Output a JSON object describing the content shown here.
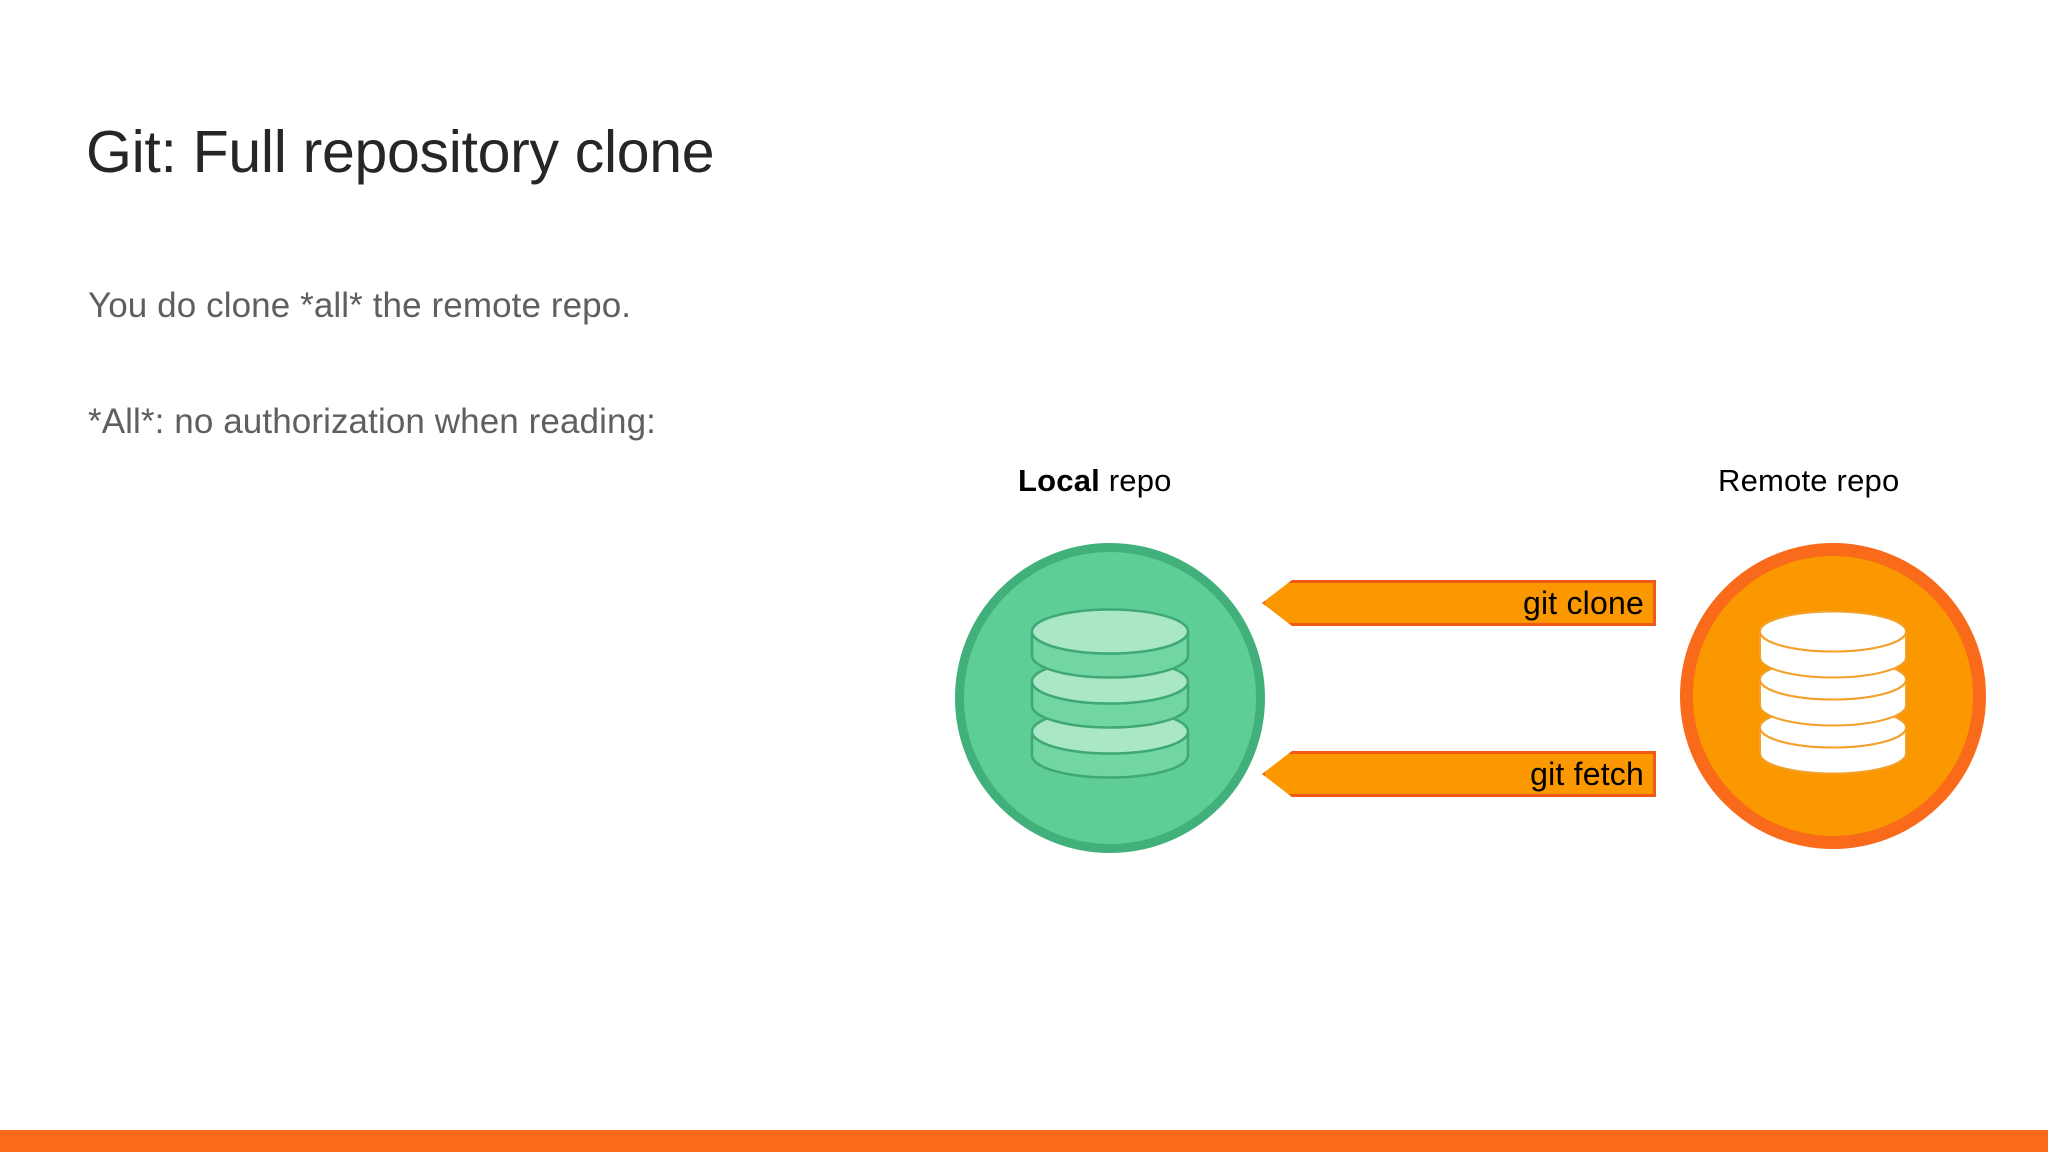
{
  "slide": {
    "title": "Git: Full repository clone",
    "body_lines": [
      "You do clone *all* the remote repo.",
      "*All*: no authorization when reading:"
    ]
  },
  "diagram": {
    "local": {
      "label_strong": "Local",
      "label_plain": " repo",
      "icon": "database-icon",
      "circle_fill": "#FB9800",
      "fill": "#5ECE96",
      "border": "#42B07A"
    },
    "remote": {
      "label_strong": "",
      "label_plain": "Remote repo",
      "icon": "database-icon",
      "fill": "#FB9800",
      "border": "#F96A1B"
    },
    "arrows": [
      {
        "label": "git clone",
        "direction": "left",
        "fill": "#FB9800",
        "border": "#F05A14"
      },
      {
        "label": "git fetch",
        "direction": "left",
        "fill": "#FB9800",
        "border": "#F05A14"
      }
    ]
  },
  "decor": {
    "bottom_bar_color": "#F96A1B"
  },
  "colors": {
    "title_text": "#262626",
    "body_text": "#5f5f5f",
    "accent_orange": "#F96A1B",
    "accent_green": "#5ECE96",
    "background": "#ffffff"
  }
}
